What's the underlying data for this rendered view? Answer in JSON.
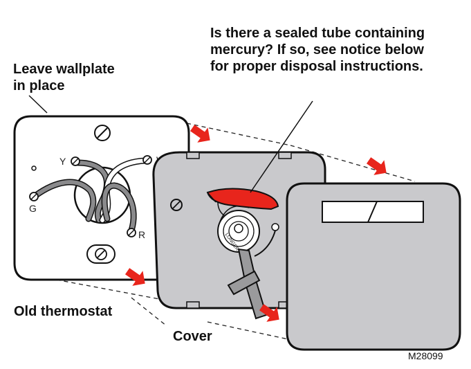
{
  "labels": {
    "note_line1": "Is there a sealed tube containing",
    "note_line2": "mercury? If so, see notice below",
    "note_line3": "for proper disposal instructions.",
    "leave_line1": "Leave wallplate",
    "leave_line2": "in place",
    "old_thermostat": "Old thermostat",
    "cover": "Cover",
    "figure_code": "M28099"
  },
  "terminals": {
    "y": "Y",
    "w": "W",
    "g": "G",
    "r": "R"
  },
  "bulb_text": "LONGER",
  "colors": {
    "outline": "#111111",
    "panel_fill": "#c9c9cc",
    "wallplate_fill": "#ffffff",
    "mercury_red": "#e8251c",
    "wire_gray": "#8a8a8c"
  }
}
